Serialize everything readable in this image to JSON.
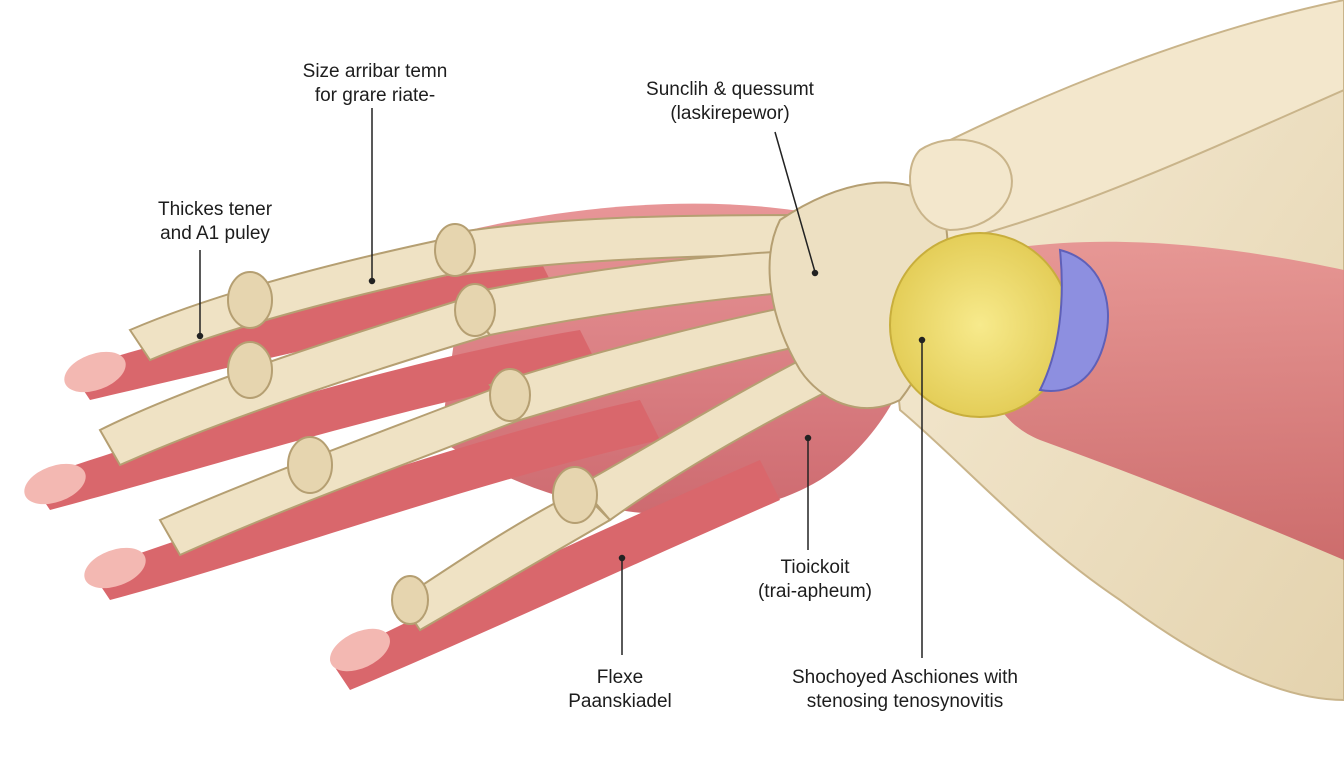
{
  "labels": {
    "thickened_tendon": {
      "line1": "Thickes tener",
      "line2": "and A1 puley"
    },
    "size_annular": {
      "line1": "Size arribar temn",
      "line2": "for grare riate-"
    },
    "sunclih": {
      "line1": "Sunclih & quessumt",
      "line2": "(laskirepewor)"
    },
    "trapezium": {
      "line1": "Tioickoit",
      "line2": "(trai-apheum)"
    },
    "flexor": {
      "line1": "Flexe",
      "line2": "Paanskiadel"
    },
    "abductor": {
      "line1": "Shochoyed Aschiones with",
      "line2": "stenosing tenosynovitis"
    }
  },
  "colors": {
    "bone": "#efe2c4",
    "bone_shadow": "#cdb98f",
    "muscle": "#d9676c",
    "muscle_light": "#eaa3a3",
    "tendon_yellow": "#f0de6a",
    "sheath_blue": "#8d8fe0",
    "nail": "#f3b8b2",
    "leader": "#222222"
  }
}
